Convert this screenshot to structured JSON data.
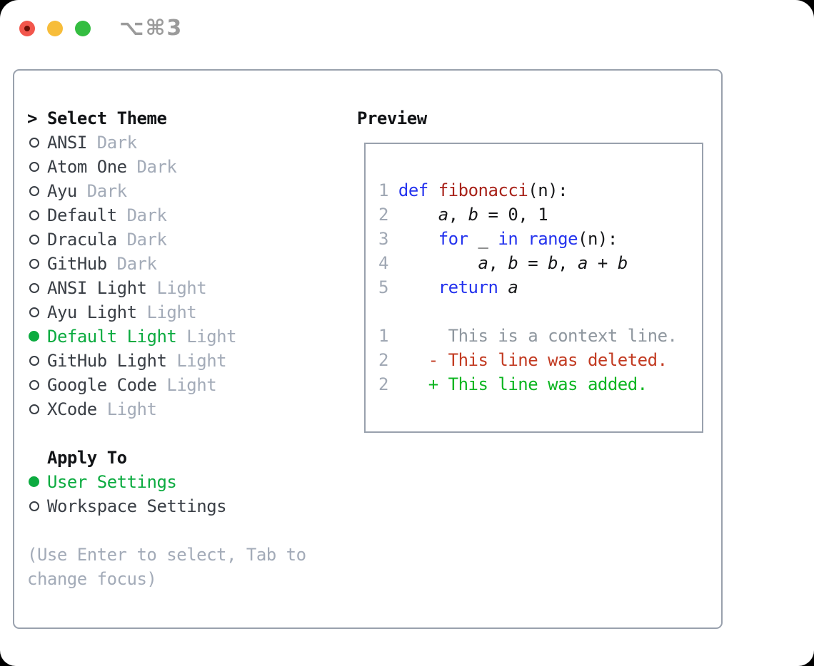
{
  "window": {
    "shortcut_label": "⌥⌘3",
    "traffic_lights": [
      "close-button",
      "minimize-button",
      "zoom-button"
    ]
  },
  "panel": {
    "theme_selector": {
      "title_prefix": ">",
      "title": "Select Theme",
      "items": [
        {
          "name": "ANSI",
          "variant": "Dark",
          "selected": false
        },
        {
          "name": "Atom One",
          "variant": "Dark",
          "selected": false
        },
        {
          "name": "Ayu",
          "variant": "Dark",
          "selected": false
        },
        {
          "name": "Default",
          "variant": "Dark",
          "selected": false
        },
        {
          "name": "Dracula",
          "variant": "Dark",
          "selected": false
        },
        {
          "name": "GitHub",
          "variant": "Dark",
          "selected": false
        },
        {
          "name": "ANSI Light",
          "variant": "Light",
          "selected": false
        },
        {
          "name": "Ayu Light",
          "variant": "Light",
          "selected": false
        },
        {
          "name": "Default Light",
          "variant": "Light",
          "selected": true
        },
        {
          "name": "GitHub Light",
          "variant": "Light",
          "selected": false
        },
        {
          "name": "Google Code",
          "variant": "Light",
          "selected": false
        },
        {
          "name": "XCode",
          "variant": "Light",
          "selected": false
        }
      ]
    },
    "apply_to": {
      "title": "Apply To",
      "options": [
        {
          "label": "User Settings",
          "selected": true
        },
        {
          "label": "Workspace Settings",
          "selected": false
        }
      ]
    },
    "hints": [
      "(Use Enter to select, Tab to",
      "change focus)"
    ],
    "preview": {
      "title": "Preview",
      "lines": [
        [
          {
            "t": "1 ",
            "c": "num"
          },
          {
            "t": "def",
            "c": "kw"
          },
          {
            "t": " ",
            "c": "pl"
          },
          {
            "t": "fibonacci",
            "c": "fn"
          },
          {
            "t": "(n):",
            "c": "pl"
          }
        ],
        [
          {
            "t": "2 ",
            "c": "num"
          },
          {
            "t": "    ",
            "c": "pl"
          },
          {
            "t": "a",
            "c": "var"
          },
          {
            "t": ", ",
            "c": "pl"
          },
          {
            "t": "b",
            "c": "var"
          },
          {
            "t": " = 0, 1",
            "c": "pl"
          }
        ],
        [
          {
            "t": "3 ",
            "c": "num"
          },
          {
            "t": "    ",
            "c": "pl"
          },
          {
            "t": "for",
            "c": "kw"
          },
          {
            "t": " _ ",
            "c": "pl"
          },
          {
            "t": "in",
            "c": "kw"
          },
          {
            "t": " ",
            "c": "pl"
          },
          {
            "t": "range",
            "c": "kw"
          },
          {
            "t": "(n):",
            "c": "pl"
          }
        ],
        [
          {
            "t": "4 ",
            "c": "num"
          },
          {
            "t": "        ",
            "c": "pl"
          },
          {
            "t": "a",
            "c": "var"
          },
          {
            "t": ", ",
            "c": "pl"
          },
          {
            "t": "b",
            "c": "var"
          },
          {
            "t": " = ",
            "c": "pl"
          },
          {
            "t": "b",
            "c": "var"
          },
          {
            "t": ", ",
            "c": "pl"
          },
          {
            "t": "a",
            "c": "var"
          },
          {
            "t": " + ",
            "c": "pl"
          },
          {
            "t": "b",
            "c": "var"
          }
        ],
        [
          {
            "t": "5 ",
            "c": "num"
          },
          {
            "t": "    ",
            "c": "pl"
          },
          {
            "t": "return",
            "c": "kw"
          },
          {
            "t": " ",
            "c": "pl"
          },
          {
            "t": "a",
            "c": "var"
          }
        ],
        [],
        [
          {
            "t": "1",
            "c": "num"
          },
          {
            "t": "      This is a context line.",
            "c": "ctx"
          }
        ],
        [
          {
            "t": "2",
            "c": "num"
          },
          {
            "t": "    ",
            "c": "pl"
          },
          {
            "t": "- This line was deleted.",
            "c": "del"
          }
        ],
        [
          {
            "t": "2",
            "c": "num"
          },
          {
            "t": "    ",
            "c": "pl"
          },
          {
            "t": "+ This line was added.",
            "c": "add"
          }
        ]
      ]
    }
  },
  "colors": {
    "accent_green": "#0cab40",
    "diff_added_green": "#0cb521",
    "diff_deleted_red": "#c23b22",
    "keyword_blue": "#2433ee",
    "function_red": "#a8231a",
    "muted_gray": "#a3abb8",
    "line_number_gray": "#a0a8b4",
    "border_gray": "#99a1ad",
    "text_dark": "#3a3f46",
    "traffic_red": "#f2564c",
    "traffic_yellow": "#f7bd3a",
    "traffic_green": "#34bd41"
  }
}
